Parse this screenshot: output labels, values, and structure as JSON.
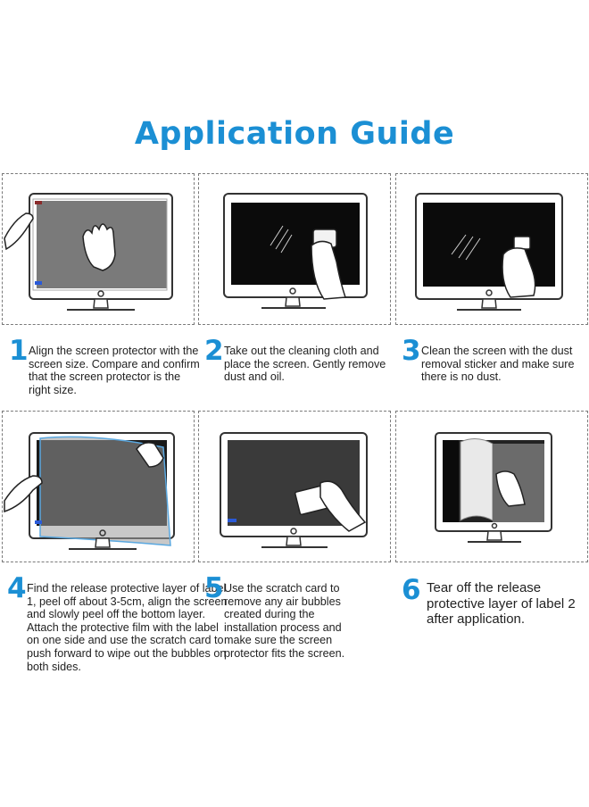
{
  "title": "Application Guide",
  "steps": [
    {
      "number": "1",
      "text": "Align the screen protector with the screen size. Compare and confirm that the screen protector is the right size."
    },
    {
      "number": "2",
      "text": "Take out the cleaning cloth and place the screen. Gently remove dust and oil."
    },
    {
      "number": "3",
      "text": "Clean the screen with the dust removal sticker and make sure there is no dust."
    },
    {
      "number": "4",
      "text": "Find the release protective layer of label 1, peel off about 3-5cm, align the screen and slowly peel off the bottom layer. Attach the protective film with the label on one side and use the scratch card to push forward to wipe out the bubbles on both sides."
    },
    {
      "number": "5",
      "text": "Use the scratch card to remove any air bubbles created during the installation process and make sure the screen protector fits the screen."
    },
    {
      "number": "6",
      "text": "Tear off the release protective layer of label 2 after application."
    }
  ],
  "colors": {
    "accent": "#1b8fd4",
    "screen_dark": "#0b0b0b",
    "screen_gray": "#777777"
  }
}
